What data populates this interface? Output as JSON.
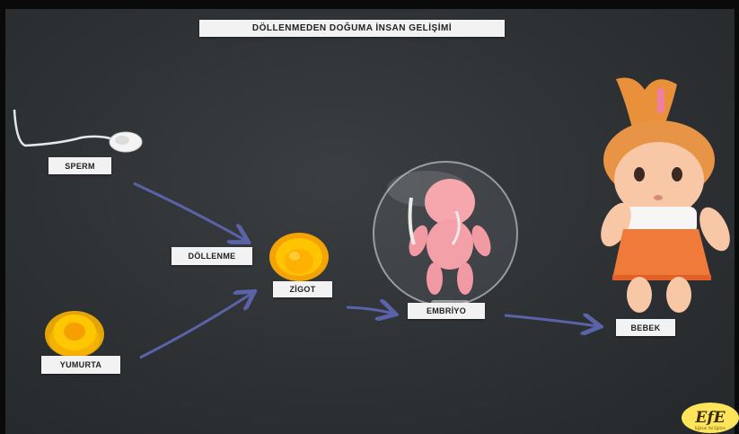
{
  "title": "DÖLLENMEDEN DOĞUMA İNSAN GELİŞİMİ",
  "labels": {
    "sperm": "SPERM",
    "dollenme": "DÖLLENME",
    "yumurta": "YUMURTA",
    "zigot": "ZİGOT",
    "embriyo": "EMBRİYO",
    "bebek": "BEBEK"
  },
  "logo": {
    "text": "EfE",
    "tagline": "Eğitsel Yol Eğitim"
  },
  "colors": {
    "board": "#2e3134",
    "label_bg": "#f2f2f2",
    "arrow": "#5a63a8",
    "egg_orange": "#f5a300",
    "egg_yellow": "#ffd11a",
    "doll_dress": "#f07a3a",
    "doll_hair": "#e8903a",
    "doll_skin": "#f8c7a6",
    "embryo_pink": "#f4a0a8",
    "logo_yellow": "#ffe45c"
  }
}
